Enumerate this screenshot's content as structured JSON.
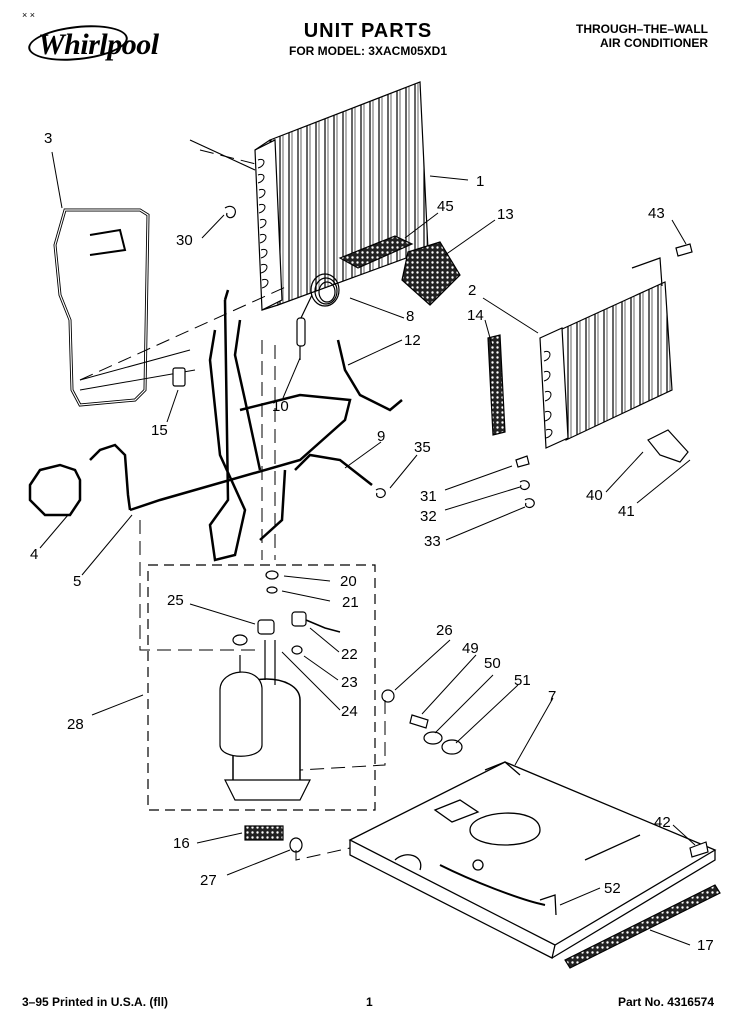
{
  "header": {
    "corner_mark": "× ×",
    "logo": "Whirlpool",
    "title": "UNIT PARTS",
    "subtitle": "FOR MODEL: 3XACM05XD1",
    "right_line1": "THROUGH–THE–WALL",
    "right_line2": "AIR CONDITIONER"
  },
  "footer": {
    "left": "3–95 Printed in U.S.A. (fll)",
    "page": "1",
    "part_no": "Part No. 4316574"
  },
  "callouts": [
    "1",
    "2",
    "3",
    "4",
    "5",
    "7",
    "8",
    "9",
    "10",
    "12",
    "13",
    "14",
    "15",
    "16",
    "17",
    "20",
    "21",
    "22",
    "23",
    "24",
    "25",
    "26",
    "27",
    "28",
    "30",
    "31",
    "32",
    "33",
    "35",
    "40",
    "41",
    "42",
    "43",
    "45",
    "49",
    "50",
    "51",
    "52"
  ]
}
